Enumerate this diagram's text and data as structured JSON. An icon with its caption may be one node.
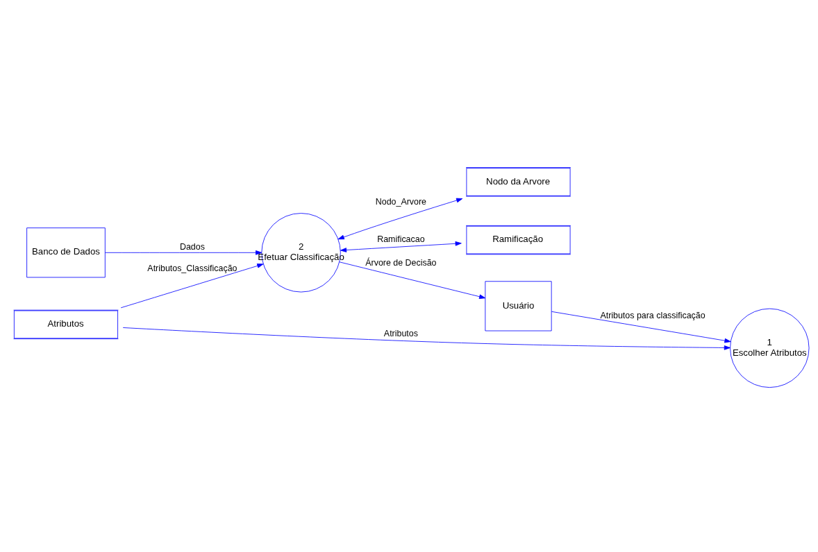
{
  "diagram": {
    "nodes": [
      {
        "text": [
          "Banco de Dados"
        ]
      },
      {
        "text": [
          "2",
          "Efetuar Classificação"
        ]
      },
      {
        "text": [
          "Nodo da Arvore"
        ]
      },
      {
        "text": [
          "Ramificação"
        ]
      },
      {
        "text": [
          "Usuário"
        ]
      },
      {
        "text": [
          "Atributos"
        ]
      },
      {
        "text": [
          "1",
          "Escolher Atributos"
        ]
      }
    ],
    "edges": [
      {
        "from": 0,
        "to": 1,
        "arrow": "to",
        "label": "Dados"
      },
      {
        "from": 1,
        "to": 2,
        "arrow": "both",
        "label": "Nodo_Arvore"
      },
      {
        "from": 1,
        "to": 3,
        "arrow": "both",
        "label": "Ramificacao"
      },
      {
        "from": 1,
        "to": 4,
        "arrow": "to",
        "label": "Árvore de Decisão"
      },
      {
        "from": 5,
        "to": 1,
        "arrow": "to",
        "label": "Atributos_Classificação"
      },
      {
        "from": 4,
        "to": 6,
        "arrow": "to",
        "label": "Atributos para classificação"
      },
      {
        "from": 5,
        "to": 6,
        "arrow": "to",
        "label": "Atributos"
      }
    ]
  }
}
